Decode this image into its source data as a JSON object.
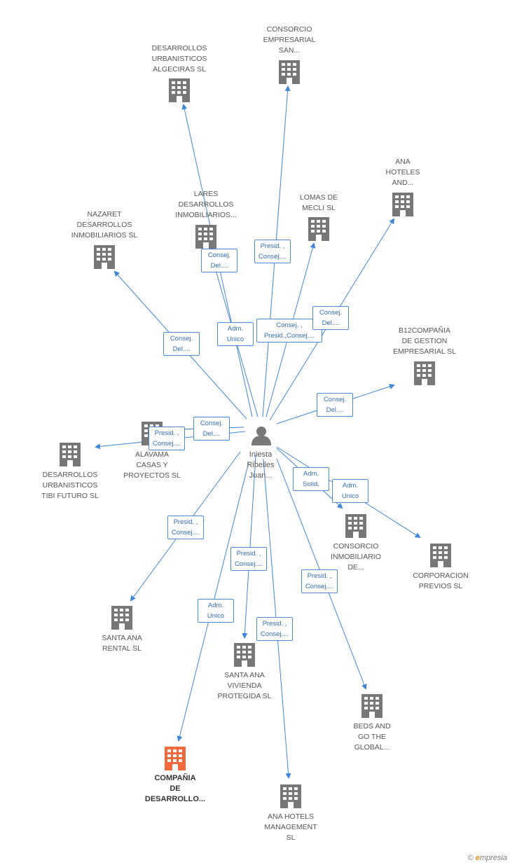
{
  "center": {
    "name_lines": [
      "Iniesta",
      "Ribelles",
      "Juan..."
    ]
  },
  "colors": {
    "edge": "#3f86d8",
    "building": "#777777",
    "building_highlight": "#f26a3b"
  },
  "nodes": [
    {
      "id": "desarrollos-urbanisticos-algeciras",
      "lines": [
        "DESARROLLOS",
        "URBANISTICOS",
        "ALGECIRAS SL"
      ],
      "highlight": false
    },
    {
      "id": "consorcio-empresarial-san",
      "lines": [
        "CONSORCIO",
        "EMPRESARIAL",
        "SAN..."
      ],
      "highlight": false
    },
    {
      "id": "ana-hoteles-and",
      "lines": [
        "ANA",
        "HOTELES",
        "AND..."
      ],
      "highlight": false
    },
    {
      "id": "lares-desarrollos-inmobiliarios",
      "lines": [
        "LARES",
        "DESARROLLOS",
        "INMOBILIARIOS..."
      ],
      "highlight": false
    },
    {
      "id": "lomas-de-mecli",
      "lines": [
        "LOMAS DE",
        "MECLI SL"
      ],
      "highlight": false
    },
    {
      "id": "nazaret-desarrollos-inmobiliarios",
      "lines": [
        "NAZARET",
        "DESARROLLOS",
        "INMOBILIARIOS SL"
      ],
      "highlight": false
    },
    {
      "id": "b12compania-de-gestion",
      "lines": [
        "B12COMPAÑIA",
        "DE GESTION",
        "EMPRESARIAL SL"
      ],
      "highlight": false
    },
    {
      "id": "alavama-casas-y-proyectos",
      "lines": [
        "ALAVAMA",
        "CASAS Y",
        "PROYECTOS SL"
      ],
      "highlight": false
    },
    {
      "id": "desarrollos-urbanisticos-tibi-futuro",
      "lines": [
        "DESARROLLOS",
        "URBANISTICOS",
        "TIBI FUTURO SL"
      ],
      "highlight": false
    },
    {
      "id": "consorcio-inmobiliario-de",
      "lines": [
        "CONSORCIO",
        "INMOBILIARIO",
        "DE..."
      ],
      "highlight": false
    },
    {
      "id": "corporacion-previos",
      "lines": [
        "CORPORACION",
        "PREVIOS SL"
      ],
      "highlight": false
    },
    {
      "id": "santa-ana-rental",
      "lines": [
        "SANTA ANA",
        "RENTAL SL"
      ],
      "highlight": false
    },
    {
      "id": "santa-ana-vivienda-protegida",
      "lines": [
        "SANTA ANA",
        "VIVIENDA",
        "PROTEGIDA SL"
      ],
      "highlight": false
    },
    {
      "id": "beds-and-go-the-global",
      "lines": [
        "BEDS AND",
        "GO THE",
        "GLOBAL..."
      ],
      "highlight": false
    },
    {
      "id": "compania-de-desarrollo",
      "lines": [
        "COMPAÑIA",
        "DE",
        "DESARROLLO..."
      ],
      "highlight": true
    },
    {
      "id": "ana-hotels-management",
      "lines": [
        "ANA HOTELS",
        "MANAGEMENT",
        "SL"
      ],
      "highlight": false
    }
  ],
  "relations": [
    {
      "id": "rel-lares",
      "lines": [
        "Consej.",
        "Del...."
      ]
    },
    {
      "id": "rel-consorcio-empresarial",
      "lines": [
        "Presid. ,",
        "Consej...."
      ]
    },
    {
      "id": "rel-algeciras",
      "lines": [
        "Adm.",
        "Unico"
      ]
    },
    {
      "id": "rel-nazaret",
      "lines": [
        "Consej.",
        "Del...."
      ]
    },
    {
      "id": "rel-lomas",
      "lines": [
        "Consej. ,",
        "Presid.,Consej...."
      ]
    },
    {
      "id": "rel-ana-hoteles",
      "lines": [
        "Consej.",
        "Del...."
      ]
    },
    {
      "id": "rel-b12",
      "lines": [
        "Consej.",
        "Del...."
      ]
    },
    {
      "id": "rel-alavama",
      "lines": [
        "Consej.",
        "Del...."
      ]
    },
    {
      "id": "rel-tibi",
      "lines": [
        "Presid. ,",
        "Consej...."
      ]
    },
    {
      "id": "rel-consorcio-inmobiliario",
      "lines": [
        "Adm.",
        "Solid."
      ]
    },
    {
      "id": "rel-corporacion",
      "lines": [
        "Adm.",
        "Unico"
      ]
    },
    {
      "id": "rel-santa-ana-rental",
      "lines": [
        "Presid. ,",
        "Consej...."
      ]
    },
    {
      "id": "rel-santa-ana-vivienda",
      "lines": [
        "Presid. ,",
        "Consej...."
      ]
    },
    {
      "id": "rel-compania",
      "lines": [
        "Adm.",
        "Unico"
      ]
    },
    {
      "id": "rel-ana-hotels-management",
      "lines": [
        "Presid. ,",
        "Consej...."
      ]
    },
    {
      "id": "rel-beds",
      "lines": [
        "Presid. ,",
        "Consej...."
      ]
    }
  ],
  "footer": {
    "copyright": "©",
    "brand_initial": "e",
    "brand_rest": "mpresia"
  }
}
